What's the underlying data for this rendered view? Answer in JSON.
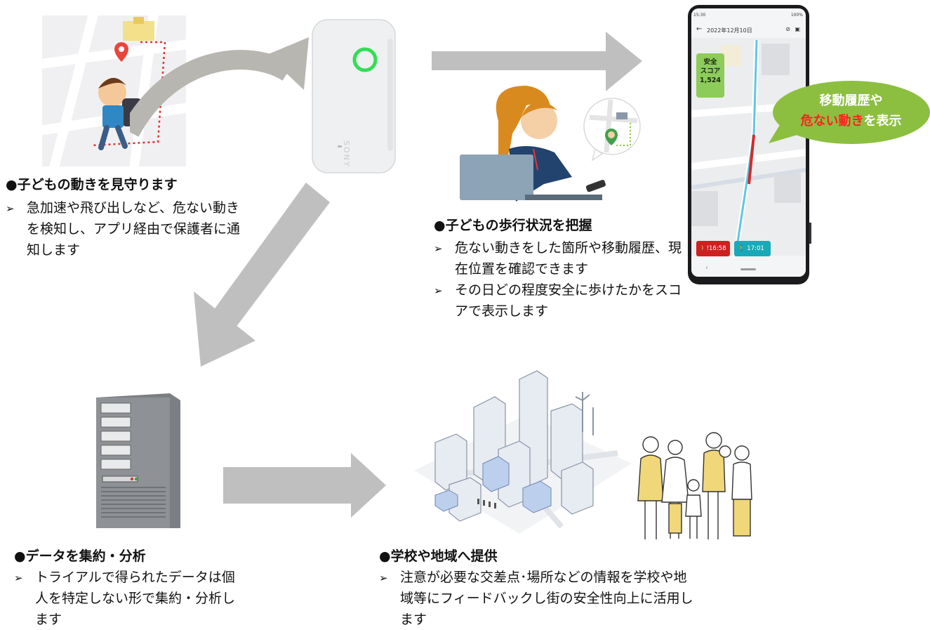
{
  "sections": {
    "child": {
      "heading": "●子どもの動きを見守ります",
      "bullets": [
        "急加速や飛び出しなど、危ない動きを検知し、アプリ経由で保護者に通知します"
      ]
    },
    "parent": {
      "heading": "●子どもの歩行状況を把握",
      "bullets": [
        "危ない動きをした箇所や移動履歴、現在位置を確認できます",
        "その日どの程度安全に歩けたかをスコアで表示します"
      ]
    },
    "data": {
      "heading": "●データを集約・分析",
      "bullets": [
        "トライアルで得られたデータは個人を特定しない形で集約・分析します"
      ]
    },
    "school": {
      "heading": "●学校や地域へ提供",
      "bullets": [
        "注意が必要な交差点･場所などの情報を学校や地域等にフィードバックし街の安全性向上に活用します"
      ]
    }
  },
  "bullet_marker": "➢",
  "device": {
    "brand": "SONY"
  },
  "phone": {
    "status_time": "15:30",
    "status_battery": "100%",
    "date": "2022年12月10日",
    "score_line1": "安全",
    "score_line2": "スコア",
    "score_value": "1,524",
    "red_chip_time": "16:58",
    "teal_chip_time": "17:01"
  },
  "callout": {
    "line1": "移動履歴や",
    "line2_highlight": "危ない動き",
    "line2_rest": "を表示"
  },
  "colors": {
    "arrow": "#bfbfbf",
    "callout_bg": "#8cbf3f",
    "highlight": "#ff2020",
    "score_bg": "#8dcc5a",
    "route": "#5ec8e0",
    "danger_route": "#d22b2b",
    "teal_chip": "#1aa9b9",
    "red_chip": "#cf2020",
    "device_ring": "#33dd55"
  }
}
